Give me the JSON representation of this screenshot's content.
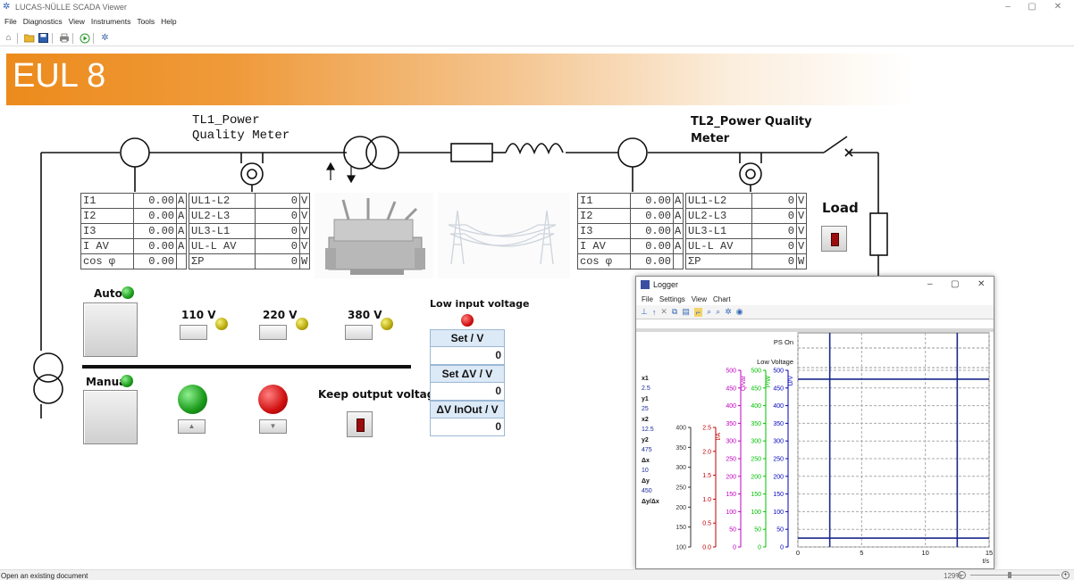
{
  "window": {
    "title": "LUCAS-NÜLLE SCADA Viewer",
    "minimize_glyph": "–",
    "restore_glyph": "▢",
    "close_glyph": "✕"
  },
  "menu": [
    "File",
    "Diagnostics",
    "View",
    "Instruments",
    "Tools",
    "Help"
  ],
  "toolbar_icons": [
    "home-icon",
    "open-folder-icon",
    "save-icon",
    "print-icon",
    "run-icon",
    "settings-icon"
  ],
  "banner": {
    "title": "EUL 8"
  },
  "meter1": {
    "label_line1": "TL1_Power",
    "label_line2": "Quality Meter",
    "currents": [
      {
        "name": "I1",
        "value": "0.00",
        "unit": "A"
      },
      {
        "name": "I2",
        "value": "0.00",
        "unit": "A"
      },
      {
        "name": "I3",
        "value": "0.00",
        "unit": "A"
      },
      {
        "name": "I AV",
        "value": "0.00",
        "unit": "A"
      },
      {
        "name": "cos φ",
        "value": "0.00",
        "unit": ""
      }
    ],
    "voltages": [
      {
        "name": "UL1-L2",
        "value": "0",
        "unit": "V"
      },
      {
        "name": "UL2-L3",
        "value": "0",
        "unit": "V"
      },
      {
        "name": "UL3-L1",
        "value": "0",
        "unit": "V"
      },
      {
        "name": "UL-L AV",
        "value": "0",
        "unit": "V"
      },
      {
        "name": "ΣP",
        "value": "0",
        "unit": "W"
      }
    ]
  },
  "meter2": {
    "label_line1": "TL2_Power Quality",
    "label_line2": "Meter",
    "currents": [
      {
        "name": "I1",
        "value": "0.00",
        "unit": "A"
      },
      {
        "name": "I2",
        "value": "0.00",
        "unit": "A"
      },
      {
        "name": "I3",
        "value": "0.00",
        "unit": "A"
      },
      {
        "name": "I AV",
        "value": "0.00",
        "unit": "A"
      },
      {
        "name": "cos φ",
        "value": "0.00",
        "unit": ""
      }
    ],
    "voltages": [
      {
        "name": "UL1-L2",
        "value": "0",
        "unit": "V"
      },
      {
        "name": "UL2-L3",
        "value": "0",
        "unit": "V"
      },
      {
        "name": "UL3-L1",
        "value": "0",
        "unit": "V"
      },
      {
        "name": "UL-L AV",
        "value": "0",
        "unit": "V"
      },
      {
        "name": "ΣP",
        "value": "0",
        "unit": "W"
      }
    ]
  },
  "load_label": "Load",
  "controls": {
    "auto_label": "Auto",
    "manual_label": "Manual",
    "v110": "110 V",
    "v220": "220 V",
    "v380": "380 V",
    "keep_output": "Keep output voltage",
    "low_input": "Low input voltage",
    "set_v_label": "Set / V",
    "set_v_value": "0",
    "set_dv_label": "Set ΔV / V",
    "set_dv_value": "0",
    "dv_inout_label": "ΔV InOut / V",
    "dv_inout_value": "0",
    "up_glyph": "▲",
    "down_glyph": "▼"
  },
  "logger": {
    "title": "Logger",
    "menu": [
      "File",
      "Settings",
      "View",
      "Chart"
    ],
    "toolbar_icons": [
      "cursor-icon",
      "cursor-text-icon",
      "delete-icon",
      "copy-icon",
      "print-icon",
      "chart-icon",
      "zoom-in-icon",
      "zoom-out-icon",
      "settings-icon",
      "run-icon"
    ],
    "cursor_readout": [
      {
        "label": "x1",
        "value": "2.5"
      },
      {
        "label": "y1",
        "value": "25"
      },
      {
        "label": "x2",
        "value": "12.5"
      },
      {
        "label": "y2",
        "value": "475"
      },
      {
        "label": "Δx",
        "value": "10"
      },
      {
        "label": "Δy",
        "value": "450"
      },
      {
        "label": "Δy/Δx",
        "value": ""
      }
    ]
  },
  "chart_data": {
    "type": "line",
    "digital_tracks": [
      "PS On",
      "Low Voltage"
    ],
    "xlabel": "t/s",
    "xlim": [
      0,
      15
    ],
    "x_ticks": [
      0,
      5,
      10,
      15
    ],
    "axes": [
      {
        "unit": "",
        "color": "#333333",
        "ticks": [
          100,
          150,
          200,
          250,
          300,
          350,
          400
        ]
      },
      {
        "unit": "I/A",
        "color": "#c00000",
        "ticks": [
          0.0,
          0.5,
          1.0,
          1.5,
          2.0,
          2.5
        ]
      },
      {
        "unit": "Q/var",
        "color": "#c000c0",
        "ticks": [
          0,
          50,
          100,
          150,
          200,
          250,
          300,
          350,
          400,
          450,
          500
        ]
      },
      {
        "unit": "P/W",
        "color": "#00c000",
        "ticks": [
          0,
          50,
          100,
          150,
          200,
          250,
          300,
          350,
          400,
          450,
          500
        ]
      },
      {
        "unit": "U/V",
        "color": "#0000c0",
        "ticks": [
          0,
          50,
          100,
          150,
          200,
          250,
          300,
          350,
          400,
          450,
          500
        ]
      }
    ],
    "cursors": {
      "x1": 2.5,
      "x2": 12.5,
      "y1": 25,
      "y2": 475
    }
  },
  "status": {
    "message": "Open an existing document",
    "zoom": "129%",
    "zoom_out_glyph": "–",
    "zoom_in_glyph": "+"
  }
}
